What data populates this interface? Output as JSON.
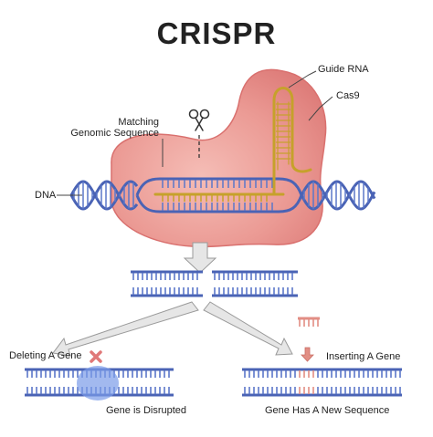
{
  "title": "CRISPR",
  "labels": {
    "guide_rna": "Guide RNA",
    "cas9": "Cas9",
    "matching_line1": "Matching",
    "matching_line2": "Genomic Sequence",
    "dna": "DNA",
    "deleting": "Deleting A Gene",
    "inserting": "Inserting A Gene",
    "disrupted": "Gene is Disrupted",
    "new_sequence": "Gene Has A New Sequence"
  },
  "icons": {
    "scissors": "scissors-icon",
    "cut_line": "dashed-cut-line",
    "delete_mark": "x-mark-icon",
    "insert_arrow": "down-arrow-icon"
  },
  "colors": {
    "cas9": "#e98a8a",
    "cas9_light": "#f6b3ad",
    "dna_strand": "#4a63b5",
    "dna_rung": "#5b77c9",
    "guide_rna": "#c6a12b",
    "inserted": "#e28e84",
    "deleted_blob": "#7b9be8",
    "arrow_fill": "#e6e6e6",
    "arrow_stroke": "#9a9a9a",
    "text": "#222222"
  }
}
